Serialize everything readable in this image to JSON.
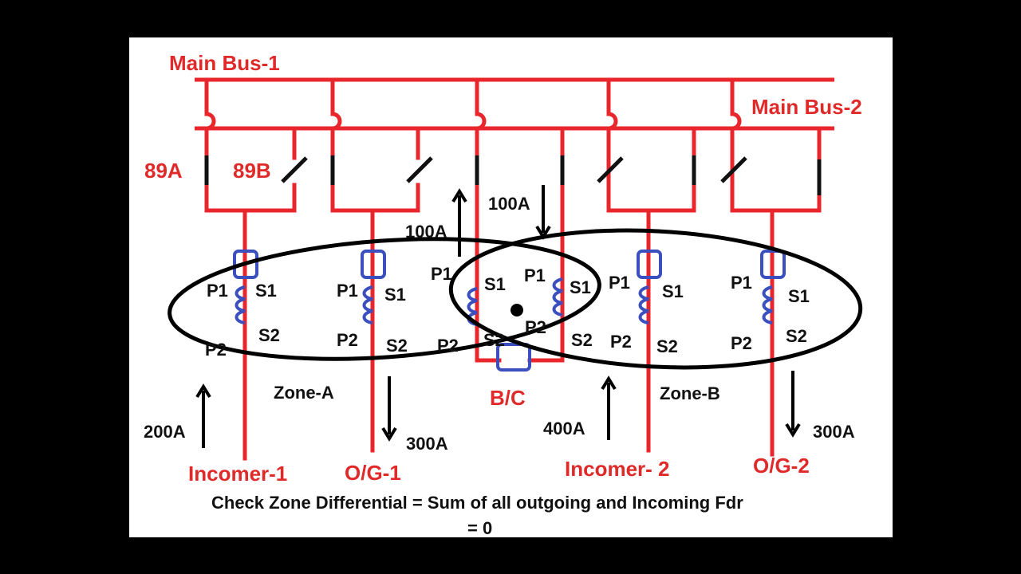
{
  "colors": {
    "bus_line": "#e8262b",
    "ct_coil": "#3b4fbf",
    "zone_outline": "#000000",
    "panel_background": "#ffffff",
    "letterbox": "#000000"
  },
  "buses": {
    "bus1_label": "Main Bus-1",
    "bus2_label": "Main Bus-2"
  },
  "isolators": {
    "a_label": "89A",
    "b_label": "89B"
  },
  "ct_terminals": {
    "p1": "P1",
    "p2": "P2",
    "s1": "S1",
    "s2": "S2"
  },
  "feeders": {
    "incomer1": "Incomer-1",
    "og1": "O/G-1",
    "bus_coupler": "B/C",
    "incomer2": "Incomer- 2",
    "og2": "O/G-2"
  },
  "currents": {
    "incomer1": "200A",
    "og1": "300A",
    "incomer2": "400A",
    "og2": "300A",
    "bc_left": "100A",
    "bc_right": "100A"
  },
  "zones": {
    "a_label": "Zone-A",
    "b_label": "Zone-B"
  },
  "equation": {
    "line1": "Check Zone Differential = Sum of all outgoing and Incoming Fdr",
    "line2": "=  0"
  }
}
